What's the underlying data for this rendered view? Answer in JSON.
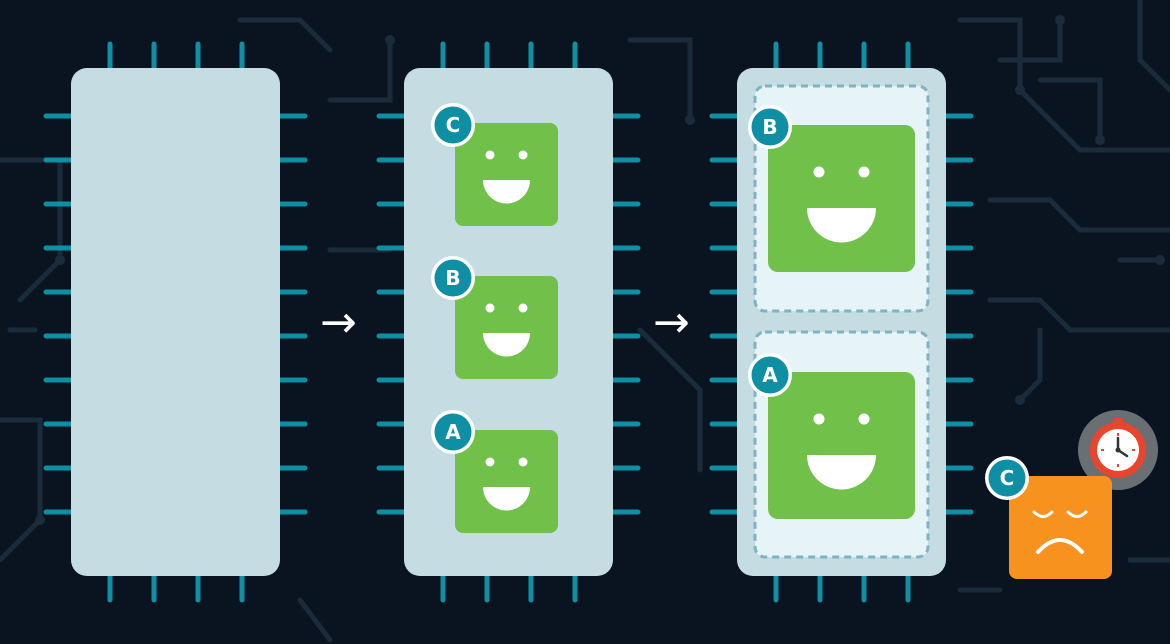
{
  "colors": {
    "background": "#0a1420",
    "circuit_trace": "#1a2c3b",
    "chip_body": "#c5dde2",
    "chip_pins": "#0e8fa3",
    "slot_fill": "#e6f3f7",
    "slot_border": "#7fb3c2",
    "happy_face": "#70c04a",
    "sad_face": "#f7921e",
    "badge_fill": "#0e8fa3",
    "badge_ring": "#ffffff",
    "clock_bubble": "#6a6f74",
    "clock_face": "#e8452c"
  },
  "arrows": [
    "→",
    "→"
  ],
  "chips": [
    {
      "state": "empty",
      "tasks": []
    },
    {
      "state": "three-small-tasks",
      "tasks": [
        {
          "label": "C",
          "face": "happy"
        },
        {
          "label": "B",
          "face": "happy"
        },
        {
          "label": "A",
          "face": "happy"
        }
      ]
    },
    {
      "state": "two-large-tasks",
      "tasks": [
        {
          "label": "B",
          "face": "happy"
        },
        {
          "label": "A",
          "face": "happy"
        }
      ]
    }
  ],
  "evicted_task": {
    "label": "C",
    "face": "sad",
    "icon": "clock-icon"
  }
}
